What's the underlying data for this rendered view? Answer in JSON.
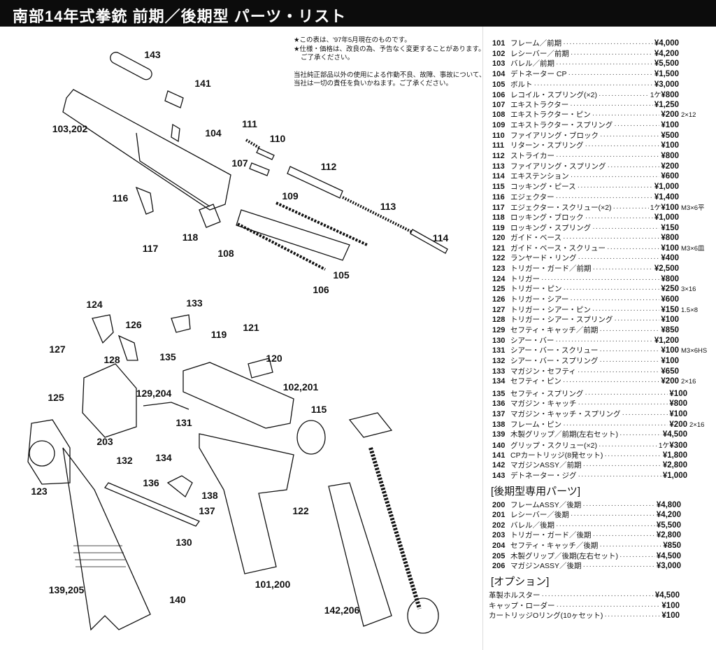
{
  "title": "南部14年式拳銃 前期／後期型 パーツ・リスト",
  "notes": [
    "★この表は、'97年5月現在のものです。",
    "★仕様・価格は、改良の為、予告なく変更することがあります。",
    "ご了承ください。",
    "当社純正部品以外の使用による作動不良、故障、事故について、",
    "当社は一切の責任を負いかねます。ご了承ください。"
  ],
  "callouts": [
    "143",
    "141",
    "103,202",
    "104",
    "111",
    "110",
    "107",
    "112",
    "109",
    "116",
    "113",
    "118",
    "117",
    "108",
    "114",
    "105",
    "106",
    "124",
    "133",
    "126",
    "121",
    "119",
    "127",
    "128",
    "135",
    "120",
    "125",
    "129,204",
    "102,201",
    "115",
    "131",
    "203",
    "134",
    "132",
    "136",
    "123",
    "138",
    "137",
    "122",
    "130",
    "101,200",
    "139,205",
    "140",
    "142,206"
  ],
  "parts": [
    {
      "num": "101",
      "name": "フレーム／前期",
      "price": "¥4,000"
    },
    {
      "num": "102",
      "name": "レシーバー／前期",
      "price": "¥4,200"
    },
    {
      "num": "103",
      "name": "バレル／前期",
      "price": "¥5,500"
    },
    {
      "num": "104",
      "name": "デトネーター CP",
      "price": "¥1,500"
    },
    {
      "num": "105",
      "name": "ボルト",
      "price": "¥3,000"
    },
    {
      "num": "106",
      "name": "レコイル・スプリング(×2)",
      "qty": "1ケ",
      "price": "¥800"
    },
    {
      "num": "107",
      "name": "エキストラクター",
      "price": "¥1,250"
    },
    {
      "num": "108",
      "name": "エキストラクター・ピン",
      "price": "¥200",
      "note": "2×12"
    },
    {
      "num": "109",
      "name": "エキストラクター・スプリング",
      "price": "¥100"
    },
    {
      "num": "110",
      "name": "ファイアリング・ブロック",
      "price": "¥500"
    },
    {
      "num": "111",
      "name": "リターン・スプリング",
      "price": "¥100"
    },
    {
      "num": "112",
      "name": "ストライカー",
      "price": "¥800"
    },
    {
      "num": "113",
      "name": "ファイアリング・スプリング",
      "price": "¥200"
    },
    {
      "num": "114",
      "name": "エキステンション",
      "price": "¥600"
    },
    {
      "num": "115",
      "name": "コッキング・ピース",
      "price": "¥1,000"
    },
    {
      "num": "116",
      "name": "エジェクター",
      "price": "¥1,400"
    },
    {
      "num": "117",
      "name": "エジェクター・スクリュー(×2)",
      "qty": "1ケ",
      "price": "¥100",
      "note": "M3×6平"
    },
    {
      "num": "118",
      "name": "ロッキング・ブロック",
      "price": "¥1,000"
    },
    {
      "num": "119",
      "name": "ロッキング・スプリング",
      "price": "¥150"
    },
    {
      "num": "120",
      "name": "ガイド・ベース",
      "price": "¥800"
    },
    {
      "num": "121",
      "name": "ガイド・ベース・スクリュー",
      "price": "¥100",
      "note": "M3×6皿"
    },
    {
      "num": "122",
      "name": "ランヤード・リング",
      "price": "¥400"
    },
    {
      "num": "123",
      "name": "トリガー・ガード／前期",
      "price": "¥2,500"
    },
    {
      "num": "124",
      "name": "トリガー",
      "price": "¥800"
    },
    {
      "num": "125",
      "name": "トリガー・ピン",
      "price": "¥250",
      "note": "3×16"
    },
    {
      "num": "126",
      "name": "トリガー・シアー",
      "price": "¥600"
    },
    {
      "num": "127",
      "name": "トリガー・シアー・ピン",
      "price": "¥150",
      "note": "1.5×8"
    },
    {
      "num": "128",
      "name": "トリガー・シアー・スプリング",
      "price": "¥100"
    },
    {
      "num": "129",
      "name": "セフティ・キャッチ／前期",
      "price": "¥850"
    },
    {
      "num": "130",
      "name": "シアー・バー",
      "price": "¥1,200"
    },
    {
      "num": "131",
      "name": "シアー・バー・スクリュー",
      "price": "¥100",
      "note": "M3×6HS"
    },
    {
      "num": "132",
      "name": "シアー・バー・スプリング",
      "price": "¥100"
    },
    {
      "num": "133",
      "name": "マガジン・セフティ",
      "price": "¥650"
    },
    {
      "num": "134",
      "name": "セフティ・ピン",
      "price": "¥200",
      "note": "2×16"
    }
  ],
  "parts2": [
    {
      "num": "135",
      "name": "セフティ・スプリング",
      "price": "¥100"
    },
    {
      "num": "136",
      "name": "マガジン・キャッチ",
      "price": "¥800"
    },
    {
      "num": "137",
      "name": "マガジン・キャッチ・スプリング",
      "price": "¥100"
    },
    {
      "num": "138",
      "name": "フレーム・ピン",
      "price": "¥200",
      "note": "2×16"
    },
    {
      "num": "139",
      "name": "木製グリップ／前期(左右セット)",
      "price": "¥4,500"
    },
    {
      "num": "140",
      "name": "グリップ・スクリュー(×2)",
      "qty": "1ケ",
      "price": "¥300"
    },
    {
      "num": "141",
      "name": "CPカートリッジ(8発セット)",
      "price": "¥1,800"
    },
    {
      "num": "142",
      "name": "マガジンASSY／前期",
      "price": "¥2,800"
    },
    {
      "num": "143",
      "name": "デトネーター・ジグ",
      "price": "¥1,000"
    }
  ],
  "late_heading": "[後期型専用パーツ]",
  "late_parts": [
    {
      "num": "200",
      "name": "フレームASSY／後期",
      "price": "¥4,800"
    },
    {
      "num": "201",
      "name": "レシーバー／後期",
      "price": "¥4,200"
    },
    {
      "num": "202",
      "name": "バレル／後期",
      "price": "¥5,500"
    },
    {
      "num": "203",
      "name": "トリガー・ガード／後期",
      "price": "¥2,800"
    },
    {
      "num": "204",
      "name": "セフティ・キャッチ／後期",
      "price": "¥850"
    },
    {
      "num": "205",
      "name": "木製グリップ／後期(左右セット)",
      "price": "¥4,500"
    },
    {
      "num": "206",
      "name": "マガジンASSY／後期",
      "price": "¥3,000"
    }
  ],
  "option_heading": "[オプション]",
  "options": [
    {
      "name": "革製ホルスター",
      "price": "¥4,500"
    },
    {
      "name": "キャップ・ローダー",
      "price": "¥100"
    },
    {
      "name": "カートリッジOリング(10ヶセット)",
      "price": "¥100"
    }
  ]
}
